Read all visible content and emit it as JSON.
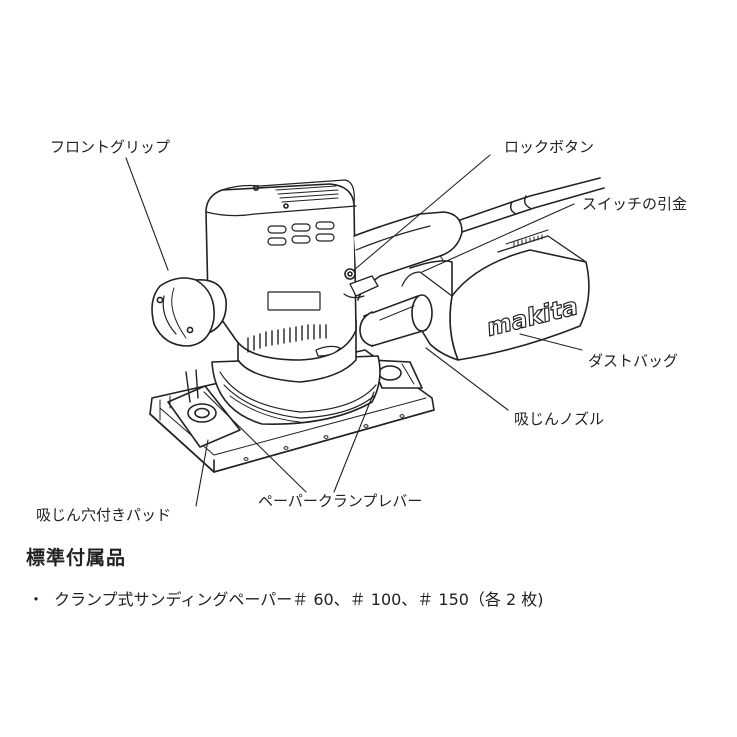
{
  "diagram": {
    "labels": {
      "front_grip": "フロントグリップ",
      "lock_button": "ロックボタン",
      "switch_trigger": "スイッチの引金",
      "dust_bag": "ダストバッグ",
      "dust_nozzle": "吸じんノズル",
      "suction_pad": "吸じん穴付きパッド",
      "paper_clamp_lever": "ペーパークランプレバー"
    },
    "brand_logo": "makita"
  },
  "accessories": {
    "heading": "標準付属品",
    "bullet": "・",
    "item": "クランプ式サンディングペーパー＃ 60、＃ 100、＃ 150（各 2 枚)"
  }
}
